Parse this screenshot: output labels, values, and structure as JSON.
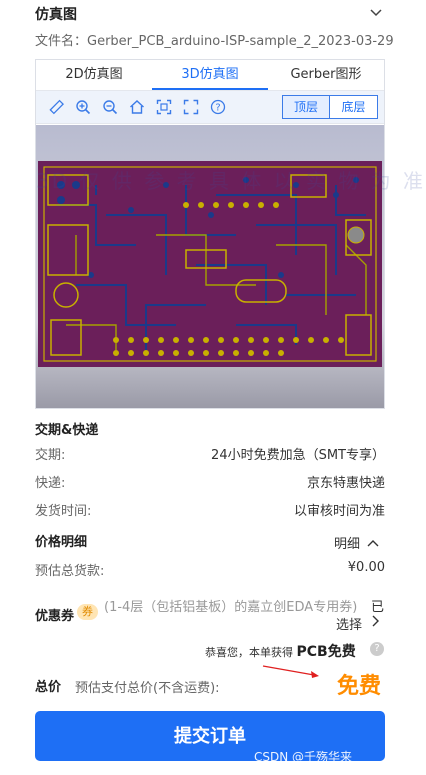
{
  "header": {
    "title": "仿真图"
  },
  "file": {
    "label": "文件名：",
    "name": "Gerber_PCB_arduino-ISP-sample_2_2023-03-29"
  },
  "viewer": {
    "tabs": [
      {
        "label": "2D仿真图",
        "active": false
      },
      {
        "label": "3D仿真图",
        "active": true
      },
      {
        "label": "Gerber图形",
        "active": false
      }
    ],
    "tools": [
      "ruler-icon",
      "zoom-in-icon",
      "zoom-out-icon",
      "home-icon",
      "fit-screen-icon",
      "fullscreen-icon",
      "help-icon"
    ],
    "layer_top": "顶层",
    "layer_bottom": "底层",
    "watermark": "3D 仅 供 参 考   具 体 以 实 物 为 准"
  },
  "delivery": {
    "title": "交期&快递",
    "rows": [
      {
        "label": "交期:",
        "value": "24小时免费加急（SMT专享）"
      },
      {
        "label": "快递:",
        "value": "京东特惠快递"
      },
      {
        "label": "发货时间:",
        "value": "以审核时间为准"
      }
    ]
  },
  "price": {
    "title": "价格明细",
    "detail_toggle": "明细",
    "goods_label": "预估总货款:",
    "goods_value": "¥0.00"
  },
  "coupon": {
    "label": "优惠券",
    "badge": "券",
    "text": "(1-4层（包括铝基板）的嘉立创EDA专用券)",
    "used": "已",
    "select": "选择"
  },
  "congrats": {
    "prefix": "恭喜您，本单获得",
    "strong": "PCB免费"
  },
  "total": {
    "label": "总价",
    "sub": "预估支付总价(不含运费):",
    "free": "免费"
  },
  "submit": {
    "label": "提交订单"
  },
  "credit": "CSDN @千殇华来",
  "colors": {
    "accent": "#1e6ff5",
    "free": "#ff8c00",
    "pcb": "#6b1f5a",
    "copper": "#c8b000",
    "trace": "#1a3a8a"
  }
}
